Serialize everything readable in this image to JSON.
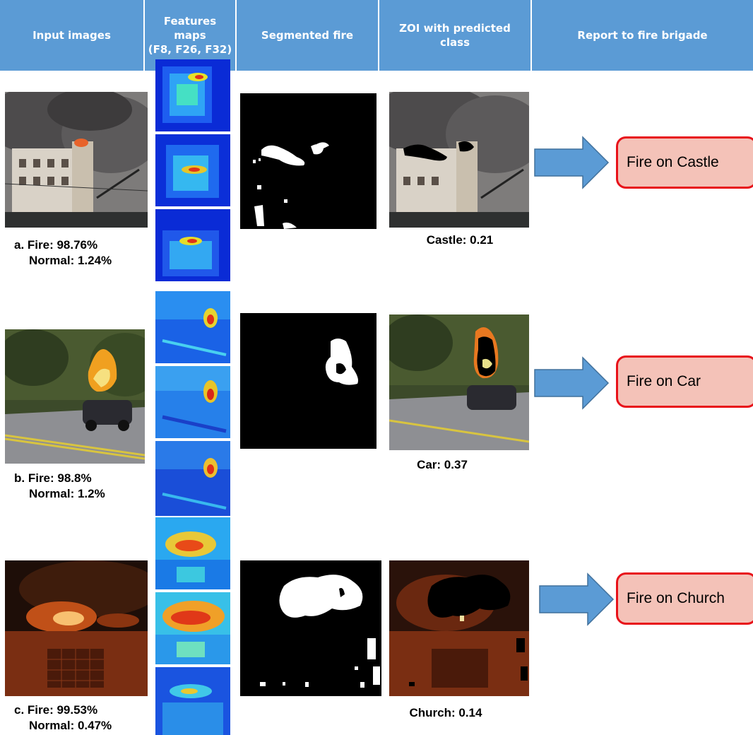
{
  "header": {
    "input_images": "Input images",
    "feature_maps": "Features\nmaps\n(F8, F26, F32)",
    "segmented_fire": "Segmented fire",
    "zoi_class": "ZOI with predicted\nclass",
    "report": "Report to fire brigade"
  },
  "rows": [
    {
      "label_line1": "a. Fire: 98.76%",
      "label_line2": "Normal: 1.24%",
      "zoi_caption": "Castle: 0.21",
      "report": "Fire on Castle"
    },
    {
      "label_line1": "b. Fire: 98.8%",
      "label_line2": "Normal: 1.2%",
      "zoi_caption": "Car: 0.37",
      "report": "Fire on Car"
    },
    {
      "label_line1": "c. Fire: 99.53%",
      "label_line2": "Normal: 0.47%",
      "zoi_caption": "Church: 0.14",
      "report": "Fire on Church"
    }
  ],
  "colors": {
    "header_bg": "#5b9bd5",
    "arrow_fill": "#5b9bd5",
    "report_bg": "#f4c2b8",
    "report_border": "#e8121a"
  }
}
